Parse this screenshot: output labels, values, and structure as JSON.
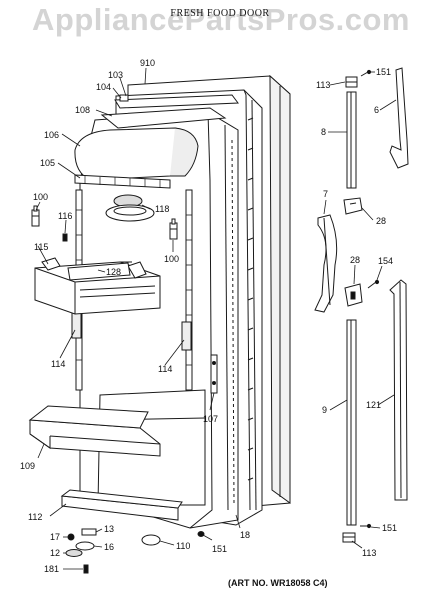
{
  "watermark": "AppliancePartsPros.com",
  "diagram_title": "FRESH FOOD DOOR",
  "art_number": "(ART NO. WR18058 C4)",
  "callouts": [
    "910",
    "103",
    "104",
    "108",
    "106",
    "105",
    "100",
    "116",
    "118",
    "115",
    "128",
    "100",
    "114",
    "114",
    "107",
    "109",
    "112",
    "13",
    "17",
    "16",
    "12",
    "110",
    "151",
    "18",
    "181",
    "113",
    "151",
    "6",
    "8",
    "7",
    "28",
    "28",
    "154",
    "9",
    "121",
    "151",
    "113"
  ],
  "colors": {
    "line": "#1a1a1a",
    "watermark": "#d4d4d4",
    "background": "#ffffff"
  }
}
